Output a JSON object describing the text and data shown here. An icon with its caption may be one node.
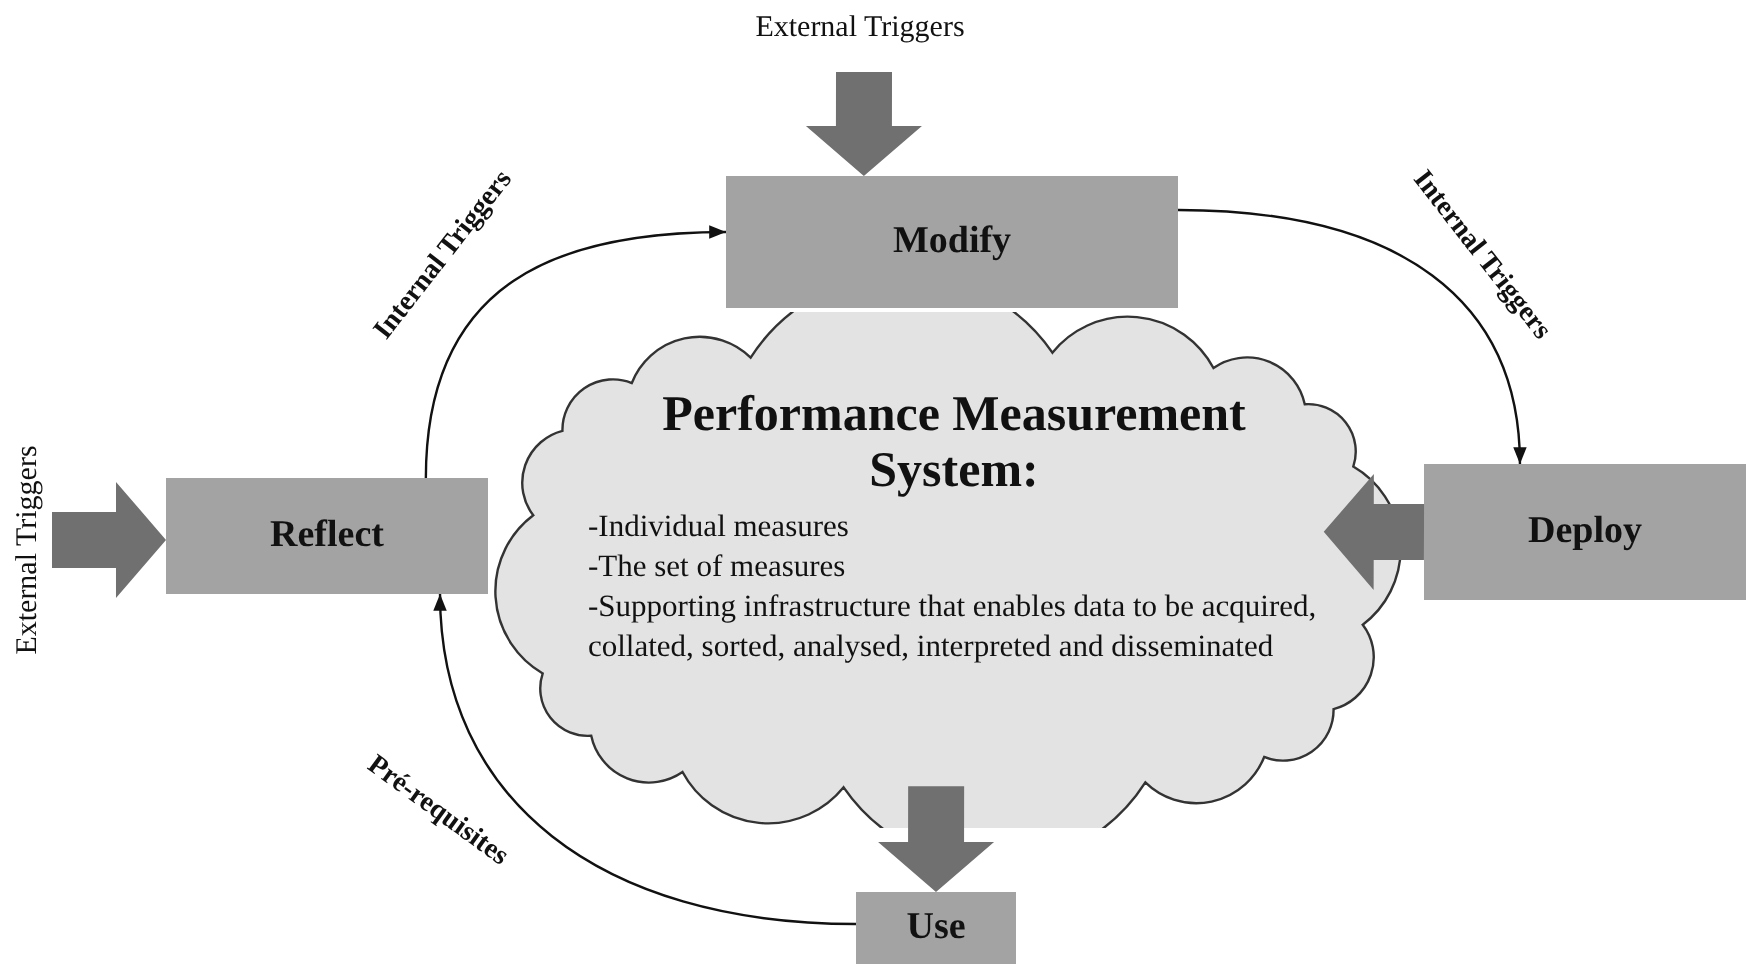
{
  "diagram": {
    "nodes": [
      {
        "text": [
          "External Triggers"
        ]
      },
      {
        "text": [
          "Modify"
        ]
      },
      {
        "text": [
          "Reflect"
        ]
      },
      {
        "text": [
          "External Triggers"
        ]
      },
      {
        "text": [
          "Performance Measurement System:",
          "-Individual measures",
          "-The set of measures",
          "-Supporting infrastructure that enables data to be acquired, collated, sorted, analysed, interpreted and disseminated"
        ]
      },
      {
        "text": [
          "Deploy"
        ]
      },
      {
        "text": [
          "Use"
        ]
      }
    ],
    "edges": [
      {
        "from": 0,
        "to": 1,
        "arrow": "to",
        "style": "thick"
      },
      {
        "from": 3,
        "to": 2,
        "arrow": "to",
        "style": "thick"
      },
      {
        "from": 2,
        "to": 1,
        "arrow": "to",
        "label": "Internal Triggers"
      },
      {
        "from": 1,
        "to": 5,
        "arrow": "to",
        "label": "Internal Triggers"
      },
      {
        "from": 5,
        "to": 4,
        "arrow": "to",
        "style": "thick"
      },
      {
        "from": 4,
        "to": 6,
        "arrow": "to",
        "style": "thick"
      },
      {
        "from": 6,
        "to": 2,
        "arrow": "to",
        "label": "Pré-requisites"
      }
    ]
  }
}
